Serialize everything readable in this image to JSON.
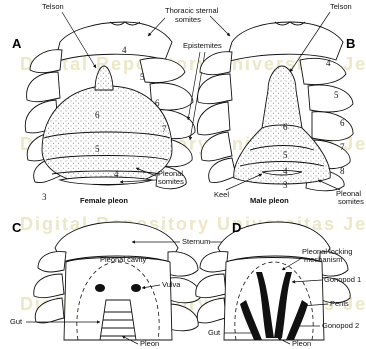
{
  "watermark": {
    "lines": [
      "Digital Repository Universitas Jember",
      "Digital Repository Universitas Jember",
      "Digital Repository Universitas Jember",
      "Digital Repository Universitas Jember"
    ]
  },
  "labels": {
    "telson_a": "Telson",
    "thoracic": "Thoracic sternal",
    "somites": "somites",
    "epistemites": "Epistemites",
    "telson_b": "Telson",
    "pleonal_a": "Pleonal",
    "somites_a": "somites",
    "female_pleon": "Female pleon",
    "keel": "Keel",
    "male_pleon": "Male pleon",
    "pleonal_b": "Pleonal",
    "somites_b": "somites",
    "sternum": "Sternum",
    "pleonal_cavity": "Pleonal cavity",
    "vulva": "Vulva",
    "gut_c": "Gut",
    "pleon_c": "Pleon",
    "locking1": "Pleonal locking",
    "locking2": "mechanism",
    "gonopod1": "Gonopod 1",
    "penis": "Penis",
    "gonopod2": "Gonopod 2",
    "gut_d": "Gut",
    "pleon_d": "Pleon"
  },
  "panel_letters": {
    "a": "A",
    "b": "B",
    "c": "C",
    "d": "D"
  },
  "numbers_a": [
    "4",
    "5",
    "6",
    "6",
    "7",
    "5",
    "4",
    "3"
  ],
  "numbers_b": [
    "4",
    "5",
    "6",
    "6",
    "7",
    "5",
    "8",
    "4",
    "3"
  ]
}
